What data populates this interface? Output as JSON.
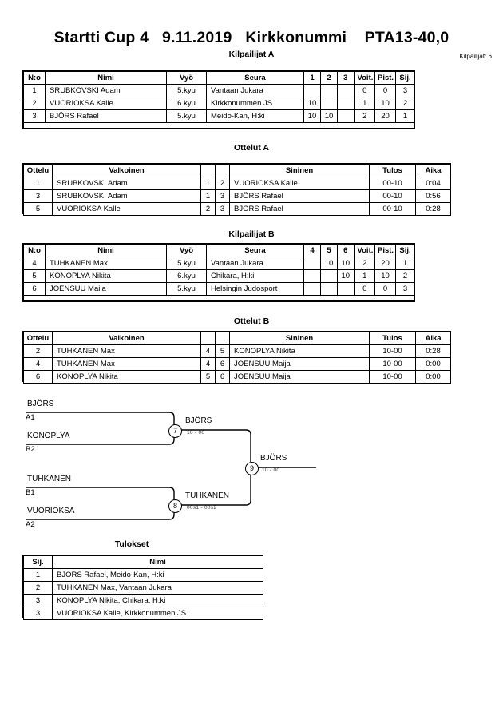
{
  "title": {
    "event": "Startti Cup 4",
    "date": "9.11.2019",
    "place": "Kirkkonummi",
    "category": "PTA13-40,0",
    "full": "Startti Cup 4   9.11.2019   Kirkkonummi    PTA13-40,0"
  },
  "competitor_count_label": "Kilpailijat: 6",
  "pools": [
    {
      "heading": "Kilpailijat A",
      "columns": [
        "N:o",
        "Nimi",
        "Vyö",
        "Seura",
        "1",
        "2",
        "3",
        "Voit.",
        "Pist.",
        "Sij."
      ],
      "rows": [
        {
          "no": "1",
          "name": "SRUBKOVSKI Adam",
          "belt": "5.kyu",
          "club": "Vantaan Jukara",
          "m1": "",
          "m2": "",
          "m3": "",
          "wins": "0",
          "points": "0",
          "rank": "3"
        },
        {
          "no": "2",
          "name": "VUORIOKSA Kalle",
          "belt": "6.kyu",
          "club": "Kirkkonummen JS",
          "m1": "10",
          "m2": "",
          "m3": "",
          "wins": "1",
          "points": "10",
          "rank": "2"
        },
        {
          "no": "3",
          "name": "BJÖRS Rafael",
          "belt": "5.kyu",
          "club": "Meido-Kan, H:ki",
          "m1": "10",
          "m2": "10",
          "m3": "",
          "wins": "2",
          "points": "20",
          "rank": "1"
        }
      ]
    },
    {
      "heading": "Kilpailijat B",
      "columns": [
        "N:o",
        "Nimi",
        "Vyö",
        "Seura",
        "4",
        "5",
        "6",
        "Voit.",
        "Pist.",
        "Sij."
      ],
      "rows": [
        {
          "no": "4",
          "name": "TUHKANEN Max",
          "belt": "5.kyu",
          "club": "Vantaan Jukara",
          "m1": "",
          "m2": "10",
          "m3": "10",
          "wins": "2",
          "points": "20",
          "rank": "1"
        },
        {
          "no": "5",
          "name": "KONOPLYA Nikita",
          "belt": "6.kyu",
          "club": "Chikara, H:ki",
          "m1": "",
          "m2": "",
          "m3": "10",
          "wins": "1",
          "points": "10",
          "rank": "2"
        },
        {
          "no": "6",
          "name": "JOENSUU Maija",
          "belt": "5.kyu",
          "club": "Helsingin Judosport",
          "m1": "",
          "m2": "",
          "m3": "",
          "wins": "0",
          "points": "0",
          "rank": "3"
        }
      ]
    }
  ],
  "matches": [
    {
      "heading": "Ottelut A",
      "columns": [
        "Ottelu",
        "Valkoinen",
        "",
        "",
        "Sininen",
        "Tulos",
        "Aika"
      ],
      "rows": [
        {
          "match": "1",
          "white": "SRUBKOVSKI Adam",
          "wno": "1",
          "bno": "2",
          "blue": "VUORIOKSA Kalle",
          "result": "00-10",
          "time": "0:04"
        },
        {
          "match": "3",
          "white": "SRUBKOVSKI Adam",
          "wno": "1",
          "bno": "3",
          "blue": "BJÖRS Rafael",
          "result": "00-10",
          "time": "0:56"
        },
        {
          "match": "5",
          "white": "VUORIOKSA Kalle",
          "wno": "2",
          "bno": "3",
          "blue": "BJÖRS Rafael",
          "result": "00-10",
          "time": "0:28"
        }
      ]
    },
    {
      "heading": "Ottelut B",
      "columns": [
        "Ottelu",
        "Valkoinen",
        "",
        "",
        "Sininen",
        "Tulos",
        "Aika"
      ],
      "rows": [
        {
          "match": "2",
          "white": "TUHKANEN Max",
          "wno": "4",
          "bno": "5",
          "blue": "KONOPLYA Nikita",
          "result": "10-00",
          "time": "0:28"
        },
        {
          "match": "4",
          "white": "TUHKANEN Max",
          "wno": "4",
          "bno": "6",
          "blue": "JOENSUU Maija",
          "result": "10-00",
          "time": "0:00"
        },
        {
          "match": "6",
          "white": "KONOPLYA Nikita",
          "wno": "5",
          "bno": "6",
          "blue": "JOENSUU Maija",
          "result": "10-00",
          "time": "0:00"
        }
      ]
    }
  ],
  "bracket": {
    "seeds": [
      {
        "name": "BJÖRS",
        "code": "A1"
      },
      {
        "name": "KONOPLYA",
        "code": "B2"
      },
      {
        "name": "TUHKANEN",
        "code": "B1"
      },
      {
        "name": "VUORIOKSA",
        "code": "A2"
      }
    ],
    "nodes": [
      {
        "num": "7",
        "winner": "BJÖRS",
        "score": "10 - 00"
      },
      {
        "num": "8",
        "winner": "TUHKANEN",
        "score": "00s1 - 00s2"
      },
      {
        "num": "9",
        "winner": "BJÖRS",
        "score": "10 - 00"
      }
    ]
  },
  "results": {
    "heading": "Tulokset",
    "columns": [
      "Sij.",
      "Nimi"
    ],
    "rows": [
      {
        "rank": "1",
        "name": "BJÖRS Rafael, Meido-Kan, H:ki"
      },
      {
        "rank": "2",
        "name": "TUHKANEN Max, Vantaan Jukara"
      },
      {
        "rank": "3",
        "name": "KONOPLYA Nikita, Chikara, H:ki"
      },
      {
        "rank": "3",
        "name": "VUORIOKSA Kalle, Kirkkonummen JS"
      }
    ]
  }
}
